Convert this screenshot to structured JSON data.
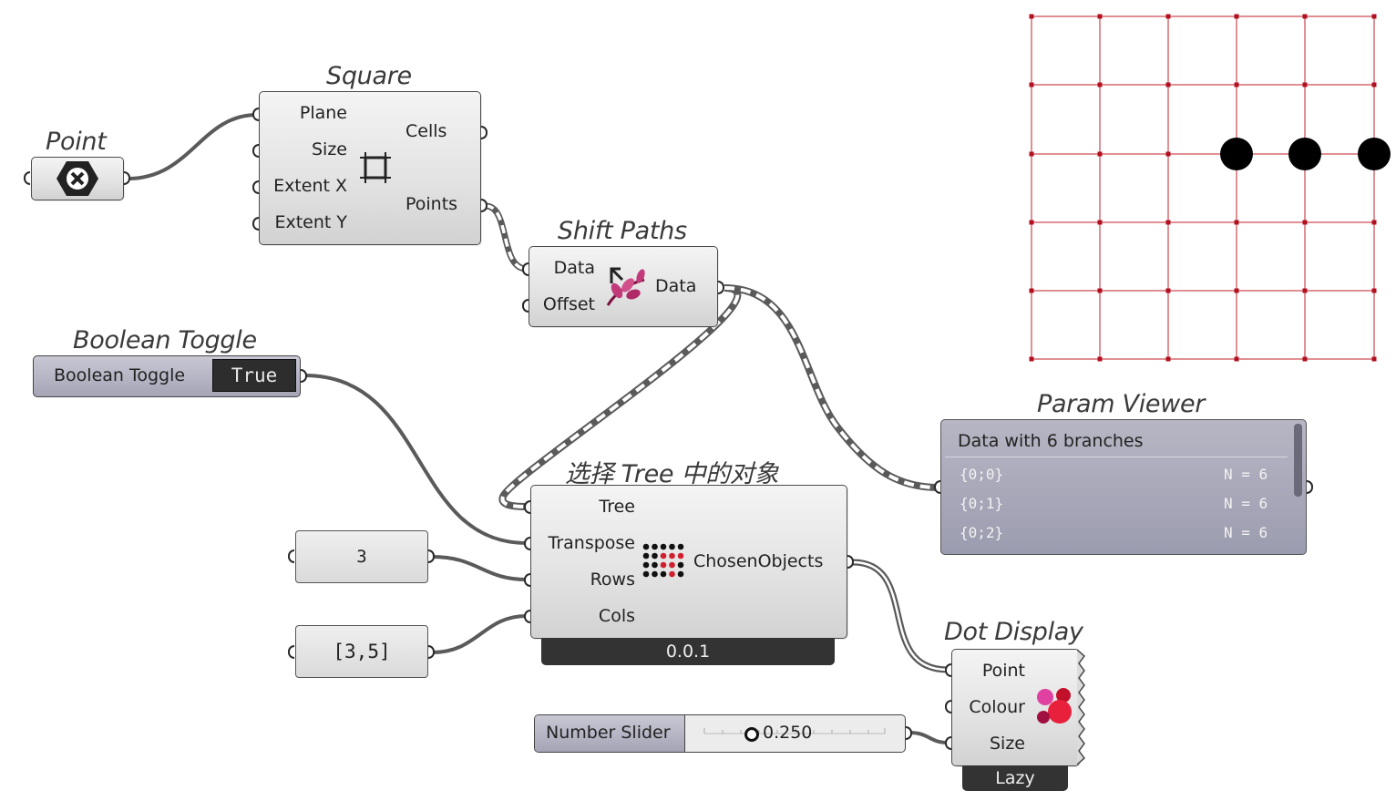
{
  "point": {
    "title": "Point"
  },
  "square": {
    "title": "Square",
    "inputs": [
      "Plane",
      "Size",
      "Extent X",
      "Extent Y"
    ],
    "outputs": [
      "Cells",
      "Points"
    ]
  },
  "shift_paths": {
    "title": "Shift Paths",
    "inputs": [
      "Data",
      "Offset"
    ],
    "outputs": [
      "Data"
    ]
  },
  "boolean_toggle": {
    "title": "Boolean Toggle",
    "label": "Boolean Toggle",
    "value": "True"
  },
  "param_viewer": {
    "title": "Param Viewer",
    "header": "Data with 6 branches",
    "rows": [
      {
        "path": "{0;0}",
        "count": "N = 6"
      },
      {
        "path": "{0;1}",
        "count": "N = 6"
      },
      {
        "path": "{0;2}",
        "count": "N = 6"
      }
    ]
  },
  "choose_tree": {
    "title": "选择 Tree 中的对象",
    "inputs": [
      "Tree",
      "Transpose",
      "Rows",
      "Cols"
    ],
    "outputs": [
      "ChosenObjects"
    ],
    "version": "0.0.1"
  },
  "panel_rows": {
    "value": "3"
  },
  "panel_cols": {
    "value": "[3,5]"
  },
  "dot_display": {
    "title": "Dot Display",
    "inputs": [
      "Point",
      "Colour",
      "Size"
    ],
    "footer": "Lazy"
  },
  "number_slider": {
    "label": "Number Slider",
    "value": "0.250"
  },
  "colors": {
    "wire": "#555555",
    "grid": "#c0202a",
    "dot": "#000000",
    "toggle_bg": "#a8a8b8"
  },
  "icons": [
    "hexagon-x-icon",
    "square-grid-icon",
    "shift-paths-icon",
    "dot-matrix-icon",
    "dot-display-icon"
  ]
}
